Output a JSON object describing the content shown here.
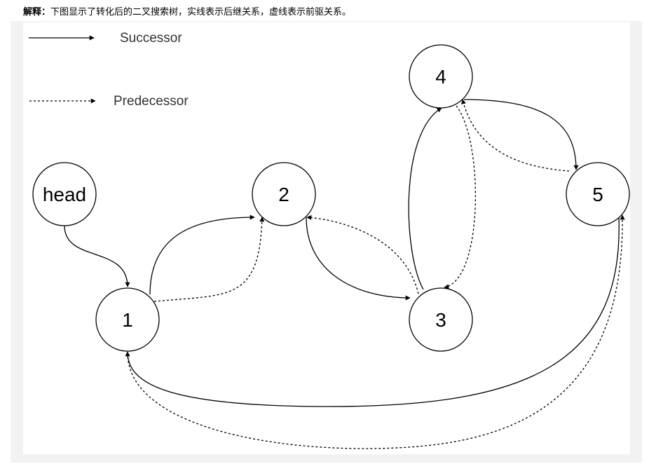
{
  "explanation": {
    "label": "解释：",
    "text": "下图显示了转化后的二叉搜索树，实线表示后继关系，虚线表示前驱关系。"
  },
  "legend": {
    "successor": "Successor",
    "predecessor": "Predecessor"
  },
  "nodes": {
    "head": "head",
    "n1": "1",
    "n2": "2",
    "n3": "3",
    "n4": "4",
    "n5": "5"
  },
  "colors": {
    "panel": "#f2f2f2",
    "stroke": "#000000"
  }
}
